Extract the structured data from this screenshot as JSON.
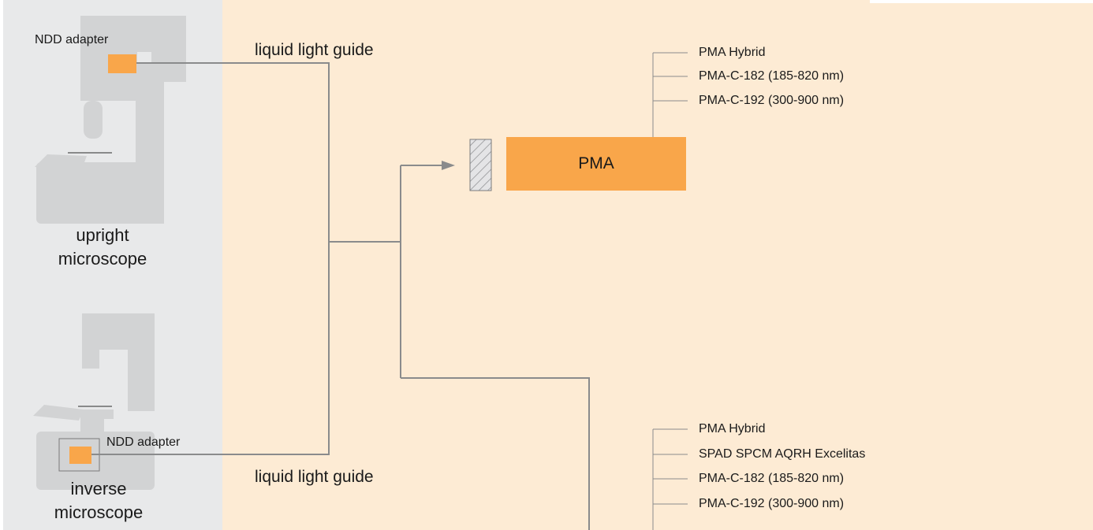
{
  "microscopes": {
    "upright": {
      "adapter_label": "NDD adapter",
      "name_line1": "upright",
      "name_line2": "microscope"
    },
    "inverse": {
      "adapter_label": "NDD adapter",
      "name_line1": "inverse",
      "name_line2": "microscope"
    }
  },
  "guides": {
    "top_label": "liquid light guide",
    "bottom_label": "liquid light guide"
  },
  "detector": {
    "label": "PMA"
  },
  "detector_options_top": [
    "PMA Hybrid",
    "PMA-C-182 (185-820 nm)",
    "PMA-C-192 (300-900 nm)"
  ],
  "detector_options_bottom": [
    "PMA Hybrid",
    "SPAD SPCM AQRH Excelitas",
    "PMA-C-182 (185-820 nm)",
    "PMA-C-192 (300-900 nm)"
  ],
  "colors": {
    "background": "#fdebd4",
    "microscope_panel": "#e8e9ea",
    "microscope_body": "#d2d3d4",
    "accent_orange": "#f9a64a",
    "line_gray": "#8a8b8c"
  }
}
